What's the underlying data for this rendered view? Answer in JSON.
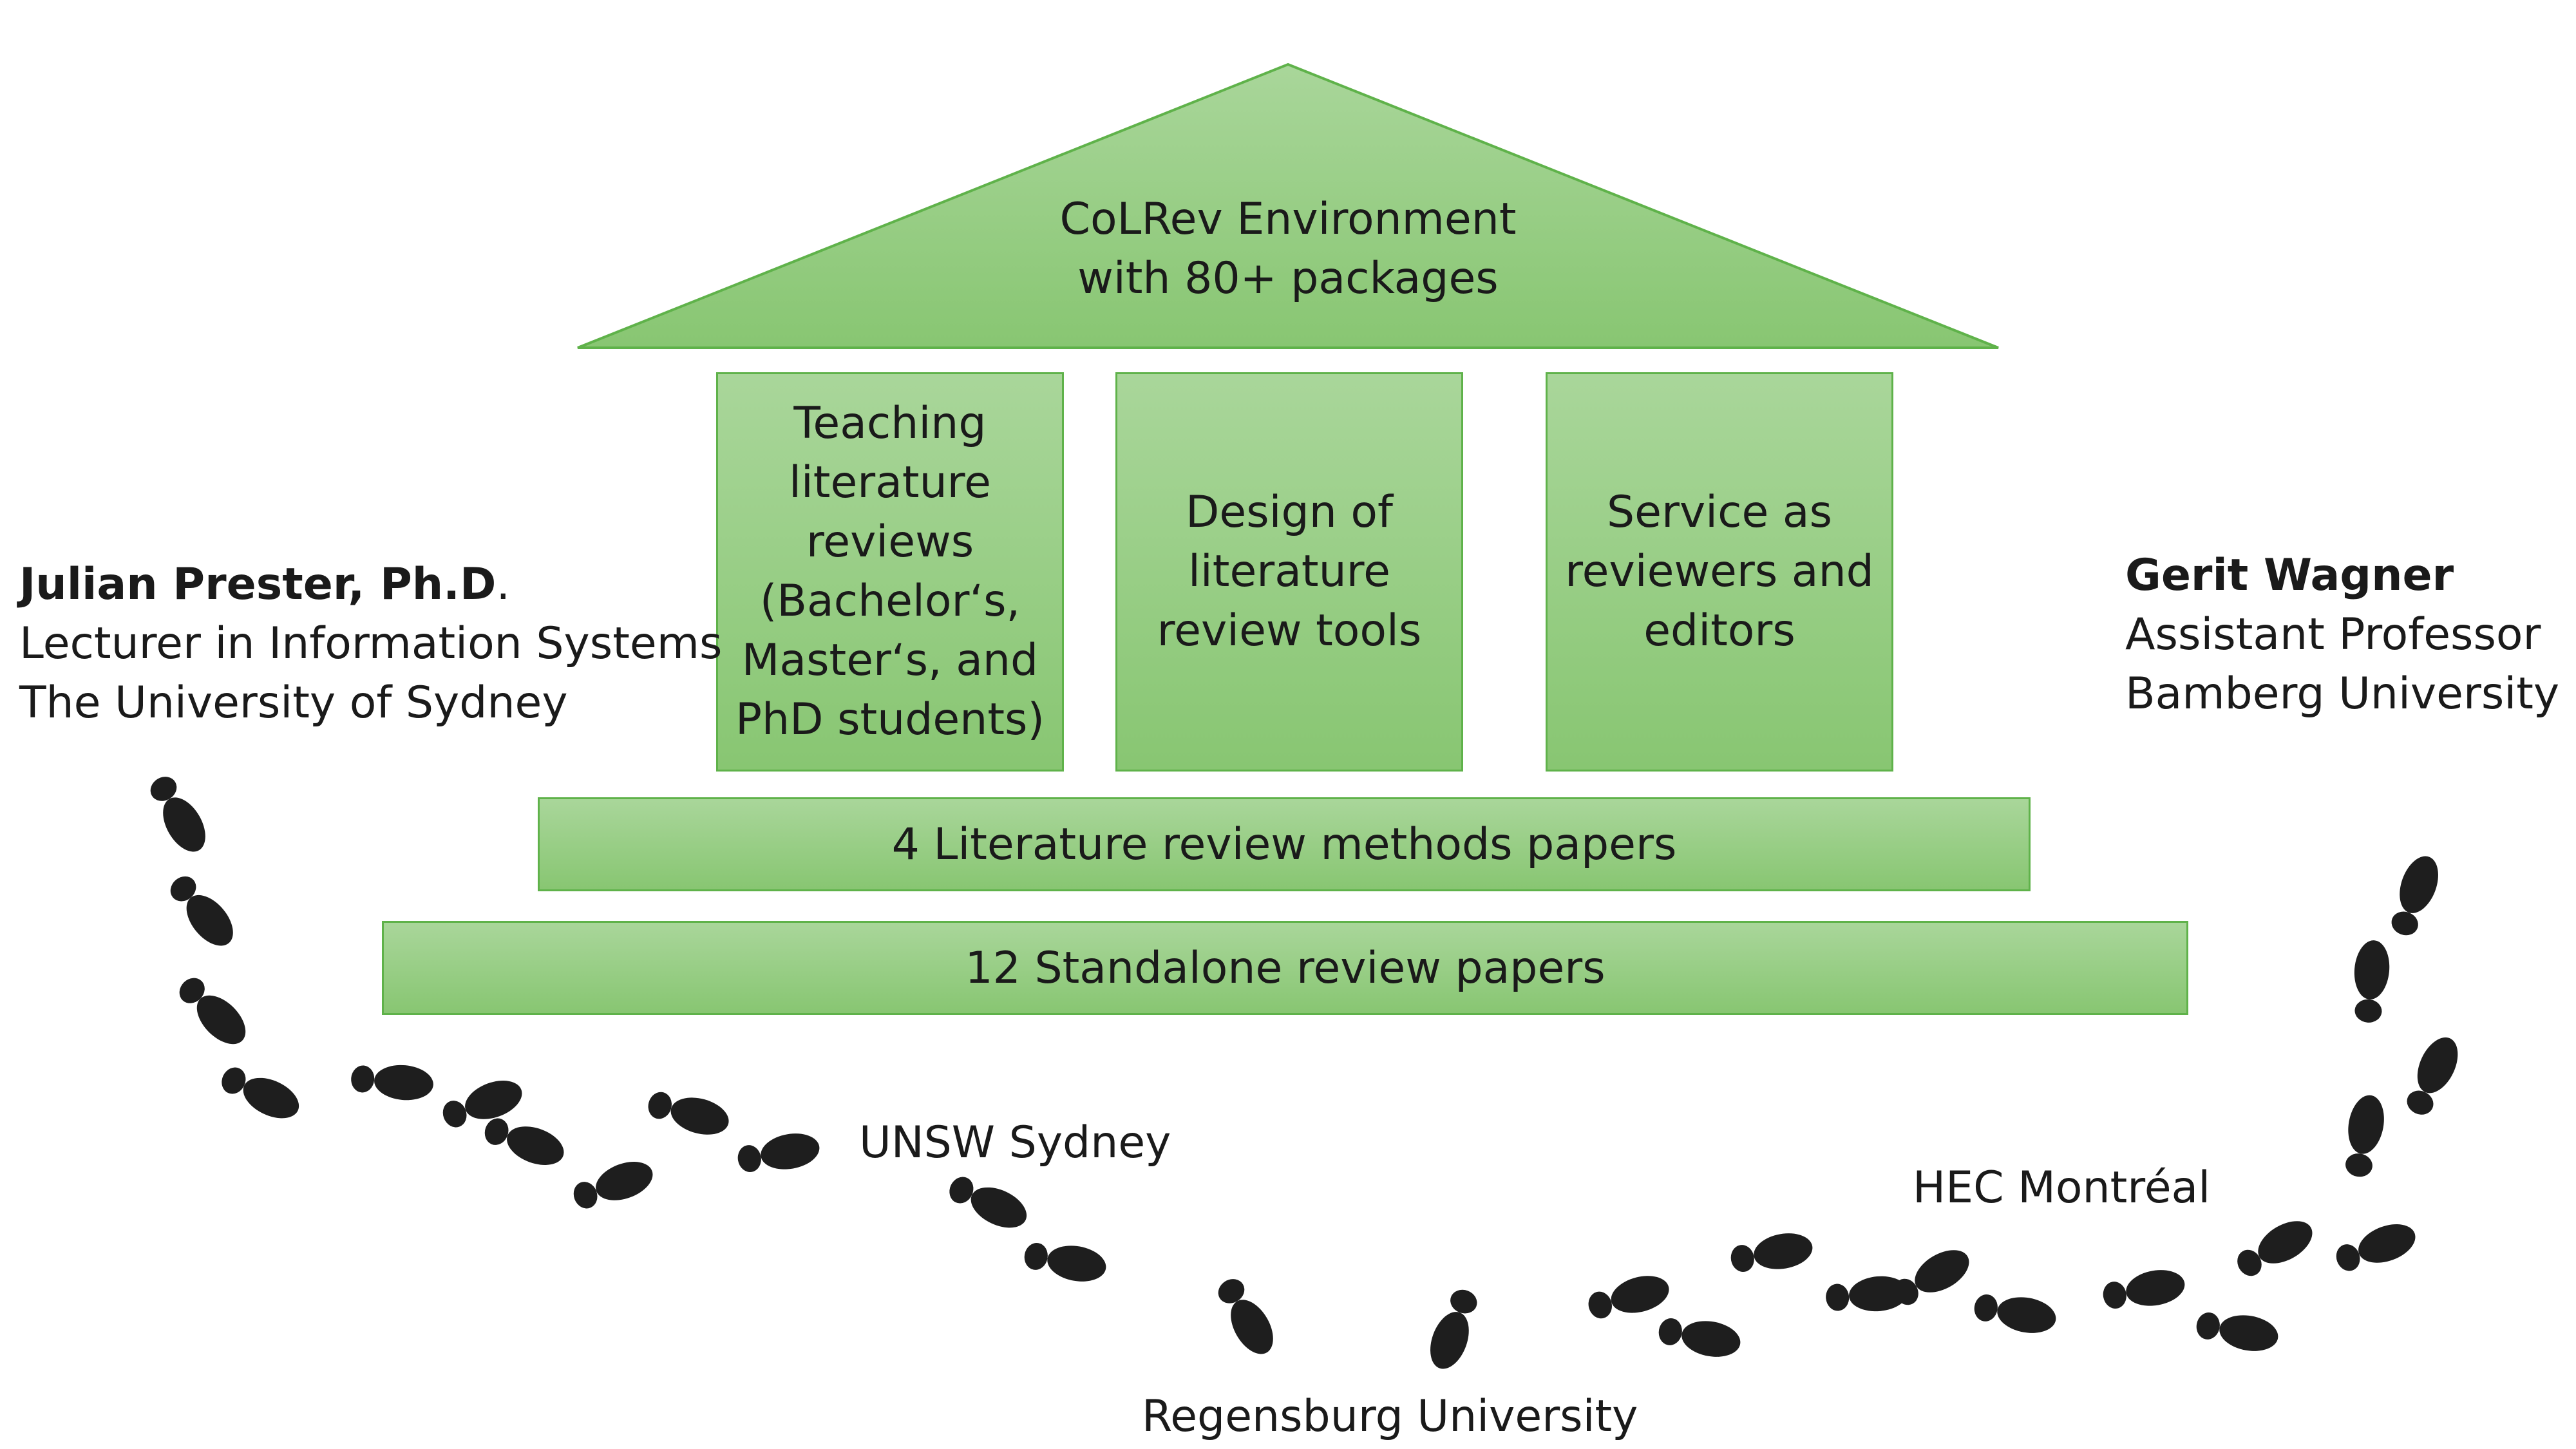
{
  "roof": {
    "line1": "CoLRev Environment",
    "line2": "with 80+ packages"
  },
  "pillars": [
    {
      "lines": [
        "Teaching",
        "literature",
        "reviews",
        "(Bachelor‘s,",
        "Master‘s, and",
        "PhD students)"
      ]
    },
    {
      "lines": [
        "Design of",
        "literature",
        "review tools"
      ]
    },
    {
      "lines": [
        "Service as",
        "reviewers and",
        "editors"
      ]
    }
  ],
  "foundation": {
    "methods": "4 Literature review methods papers",
    "standalone": "12 Standalone review papers"
  },
  "person_left": {
    "name": "Julian Prester, Ph.D",
    "name_suffix": ".",
    "role": "Lecturer in Information Systems",
    "org": "The University of Sydney"
  },
  "person_right": {
    "name": "Gerit Wagner",
    "role": "Assistant Professor",
    "org": "Bamberg University"
  },
  "places": {
    "unsw": "UNSW Sydney",
    "regensburg": "Regensburg University",
    "hec": "HEC Montréal"
  },
  "colors": {
    "fill_light": "#a9d69a",
    "fill_dark": "#88c672",
    "border": "#5fb24a",
    "footprint": "#1e1e1e"
  },
  "icons": [
    "footprint-icon"
  ]
}
